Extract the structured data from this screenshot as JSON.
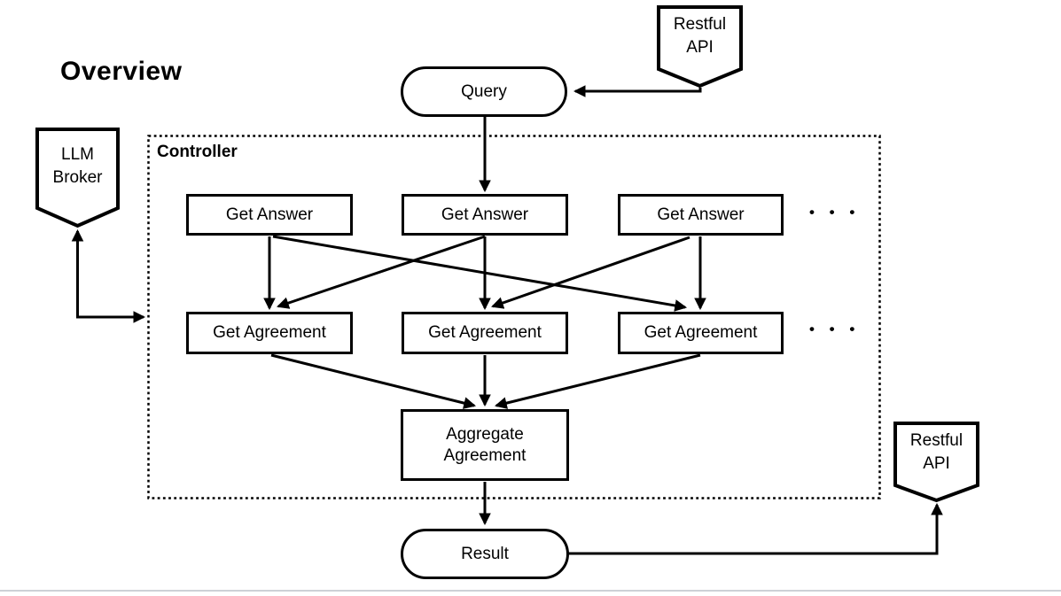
{
  "title": "Overview",
  "colors": {
    "ink": "#000000",
    "background": "#ffffff",
    "slide_edge": "#cdd1d6"
  },
  "diagram": {
    "controller_label": "Controller",
    "restful_api_top": {
      "line1": "Restful",
      "line2": "API"
    },
    "restful_api_bottom": {
      "line1": "Restful",
      "line2": "API"
    },
    "llm_broker": {
      "line1": "LLM",
      "line2": "Broker"
    },
    "query": {
      "label": "Query"
    },
    "result": {
      "label": "Result"
    },
    "answers": [
      {
        "label": "Get Answer"
      },
      {
        "label": "Get Answer"
      },
      {
        "label": "Get Answer"
      }
    ],
    "agreements": [
      {
        "label": "Get Agreement"
      },
      {
        "label": "Get Agreement"
      },
      {
        "label": "Get Agreement"
      }
    ],
    "aggregate": {
      "line1": "Aggregate",
      "line2": "Agreement"
    },
    "ellipsis_answers": "• • •",
    "ellipsis_agreements": "• • •",
    "edges": [
      "Restful API (top) → Query",
      "Query → Get Answer 2",
      "LLM Broker ↔ Controller",
      "Get Answer 1 → Get Agreement 1",
      "Get Answer 1 → Get Agreement 3",
      "Get Answer 2 → Get Agreement 1",
      "Get Answer 2 → Get Agreement 2",
      "Get Answer 3 → Get Agreement 2",
      "Get Answer 3 → Get Agreement 3",
      "Get Agreement 1 → Aggregate Agreement",
      "Get Agreement 2 → Aggregate Agreement",
      "Get Agreement 3 → Aggregate Agreement",
      "Aggregate Agreement → Result",
      "Result → Restful API (bottom)"
    ]
  }
}
